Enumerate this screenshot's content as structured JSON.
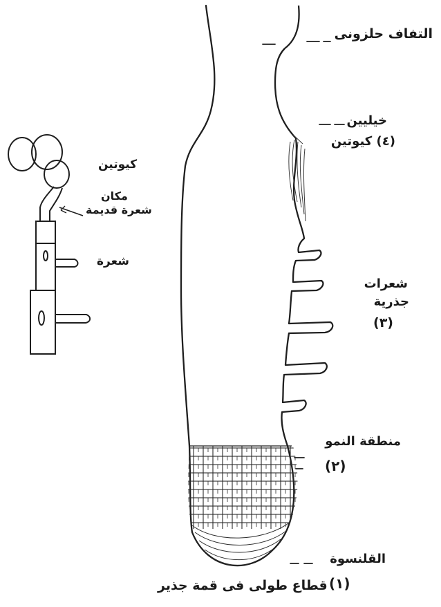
{
  "diagram": {
    "caption": "قطاع طولى فى قمة جذير",
    "labels": {
      "spiral_thickening": "التفاف حلزونى",
      "xylem": "خيليين",
      "cutin_4": "(٤) كيوتين",
      "root_hairs_line1": "شعرات",
      "root_hairs_line2": "جذرية",
      "root_hairs_num": "(٣)",
      "growth_zone": "منطقة النمو",
      "growth_zone_num": "(٢)",
      "root_cap": "القلنسوة",
      "root_cap_num": "(١)"
    },
    "inset": {
      "cutin": "كيوتين",
      "old_hair_place_line1": "مكان",
      "old_hair_place_line2": "شعرة قديمة",
      "hair": "شعرة"
    }
  },
  "colors": {
    "ink": "#1f1f1f",
    "paper": "#ffffff"
  }
}
